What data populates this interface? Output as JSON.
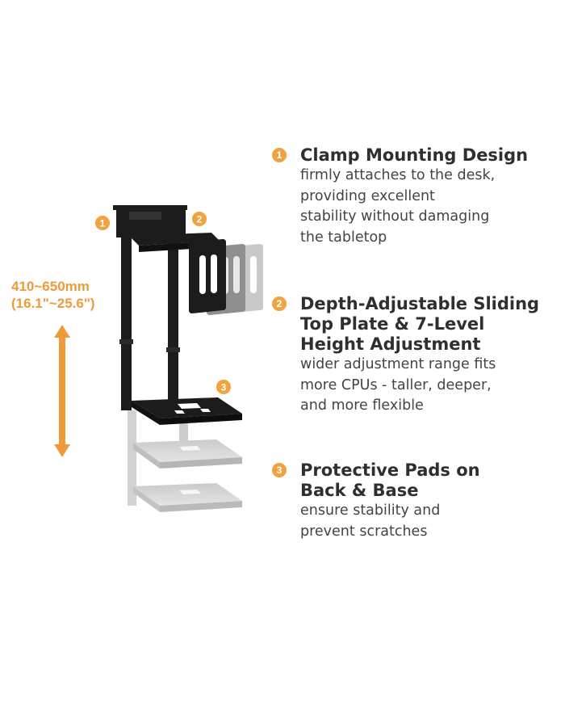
{
  "dimension": {
    "mm": "410~650mm",
    "inches": "(16.1\"~25.6\")"
  },
  "callouts": [
    "1",
    "2",
    "3"
  ],
  "features": [
    {
      "number": "1",
      "title_lines": [
        "Clamp Mounting Design"
      ],
      "desc_lines": [
        "firmly attaches to the desk,",
        "providing excellent",
        "stability without damaging",
        "the tabletop"
      ]
    },
    {
      "number": "2",
      "title_lines": [
        "Depth-Adjustable Sliding",
        "Top Plate & 7-Level",
        "Height Adjustment"
      ],
      "desc_lines": [
        "wider adjustment range fits",
        "more CPUs - taller, deeper,",
        "and more flexible"
      ]
    },
    {
      "number": "3",
      "title_lines": [
        "Protective Pads on",
        "Back & Base"
      ],
      "desc_lines": [
        "ensure stability and",
        "prevent scratches"
      ]
    }
  ],
  "colors": {
    "accent": "#f0a33f",
    "accent_text": "#ee9a3a",
    "title": "#2f2f2f",
    "body": "#444444",
    "product": "#1c1c1c"
  },
  "icons": [
    "double-arrow-icon",
    "number-badge-icon"
  ]
}
